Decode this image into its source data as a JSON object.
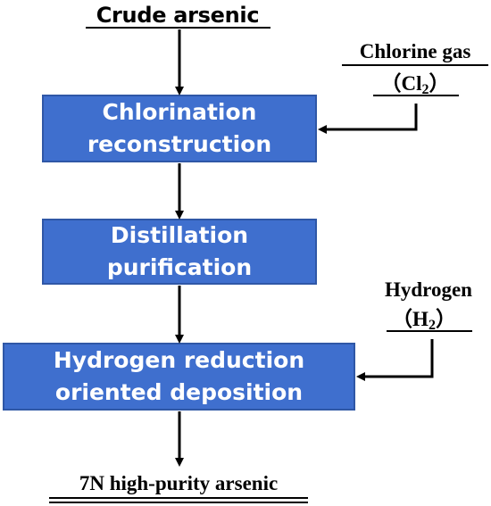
{
  "input": {
    "label": "Crude arsenic"
  },
  "steps": [
    {
      "line1": "Chlorination",
      "line2": "reconstruction"
    },
    {
      "line1": "Distillation",
      "line2": "purification"
    },
    {
      "line1": "Hydrogen reduction",
      "line2": "oriented deposition"
    }
  ],
  "reagents": [
    {
      "name": "Chlorine gas",
      "formula_main": "Cl",
      "formula_sub": "2",
      "open": "（",
      "close": "）"
    },
    {
      "name": "Hydrogen",
      "formula_main": "H",
      "formula_sub": "2",
      "open": "（",
      "close": "）"
    }
  ],
  "output": {
    "label": "7N high-purity arsenic"
  },
  "colors": {
    "box_fill": "#3f6fce",
    "box_border": "#2f57a6",
    "text_on_box": "#ffffff",
    "lines": "#000000"
  }
}
